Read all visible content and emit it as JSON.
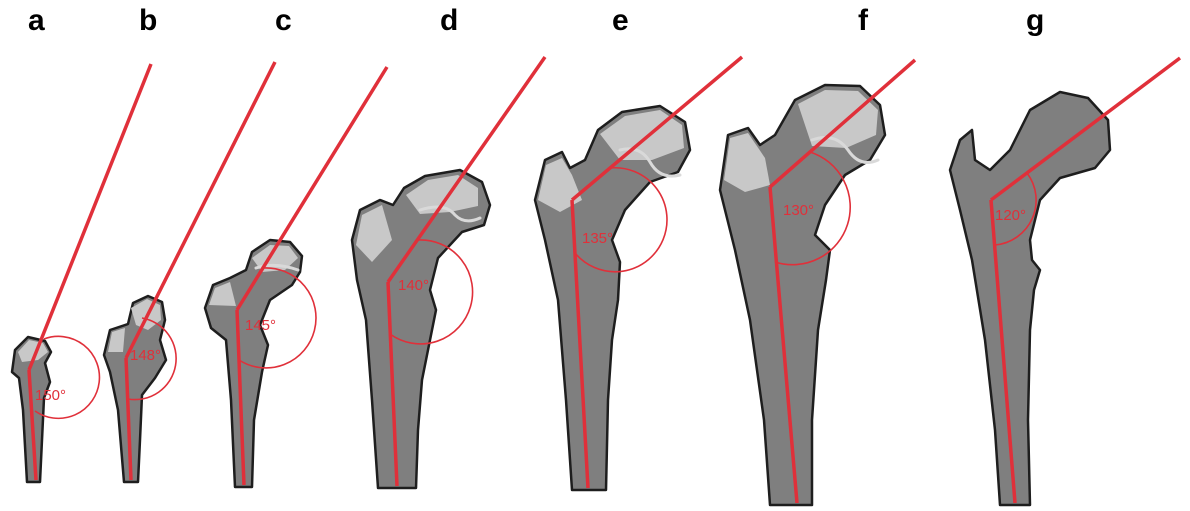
{
  "diagram": {
    "colors": {
      "axis": "#e0303a",
      "bone": "#7f7f7f",
      "cartilage": "#c8c8c8",
      "outline": "#1e1e1e"
    },
    "panels": [
      {
        "letter": "a",
        "angle": "150°"
      },
      {
        "letter": "b",
        "angle": "148°"
      },
      {
        "letter": "c",
        "angle": "145°"
      },
      {
        "letter": "d",
        "angle": "140°"
      },
      {
        "letter": "e",
        "angle": "135°"
      },
      {
        "letter": "f",
        "angle": "130°"
      },
      {
        "letter": "g",
        "angle": "120°"
      }
    ]
  }
}
